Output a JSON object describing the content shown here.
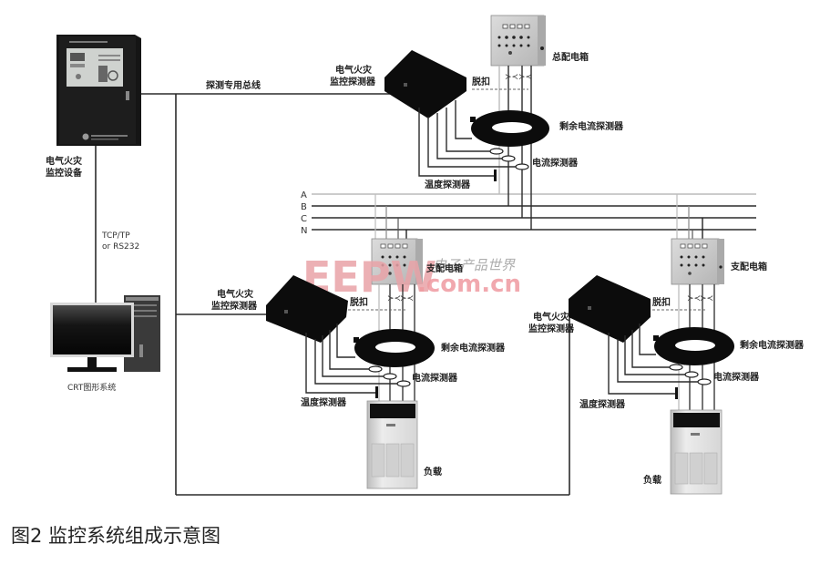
{
  "caption": "图2  监控系统组成示意图",
  "watermark": {
    "logo": "EEPW",
    "domain": ".com.cn",
    "tagline": "电子产品世界"
  },
  "labels": {
    "monitor_device": [
      "电气火灾",
      "监控设备"
    ],
    "bus_line": "探测专用总线",
    "comm_protocol": [
      "TCP/TP",
      "or RS232"
    ],
    "crt_system": "CRT图形系统",
    "detector_top": [
      "电气火灾",
      "监控探测器"
    ],
    "detector_mid": [
      "电气火灾",
      "监控探测器"
    ],
    "detector_right": [
      "电气火灾",
      "监控探测器"
    ],
    "main_panel": "总配电箱",
    "sub_panel_mid": "支配电箱",
    "sub_panel_right": "支配电箱",
    "trip_top": "脱扣",
    "trip_mid": "脱扣",
    "trip_right": "脱扣",
    "residual_top": "剩余电流探测器",
    "residual_mid": "剩余电流探测器",
    "residual_right": "剩余电流探测器",
    "current_top": "电流探测器",
    "current_mid": "电流探测器",
    "current_right": "电流探测器",
    "temp_top": "温度探测器",
    "temp_mid": "温度探测器",
    "temp_right": "温度探测器",
    "load_mid": "负载",
    "load_right": "负载"
  },
  "bus_phases": [
    "A",
    "B",
    "C",
    "N"
  ],
  "colors": {
    "line": "#2b2b2b",
    "phase_a": "#b8b8b8",
    "device_black": "#0c0c0c",
    "panel_gray": "#c9c9c9",
    "watermark_red": "#e9a3a8"
  }
}
